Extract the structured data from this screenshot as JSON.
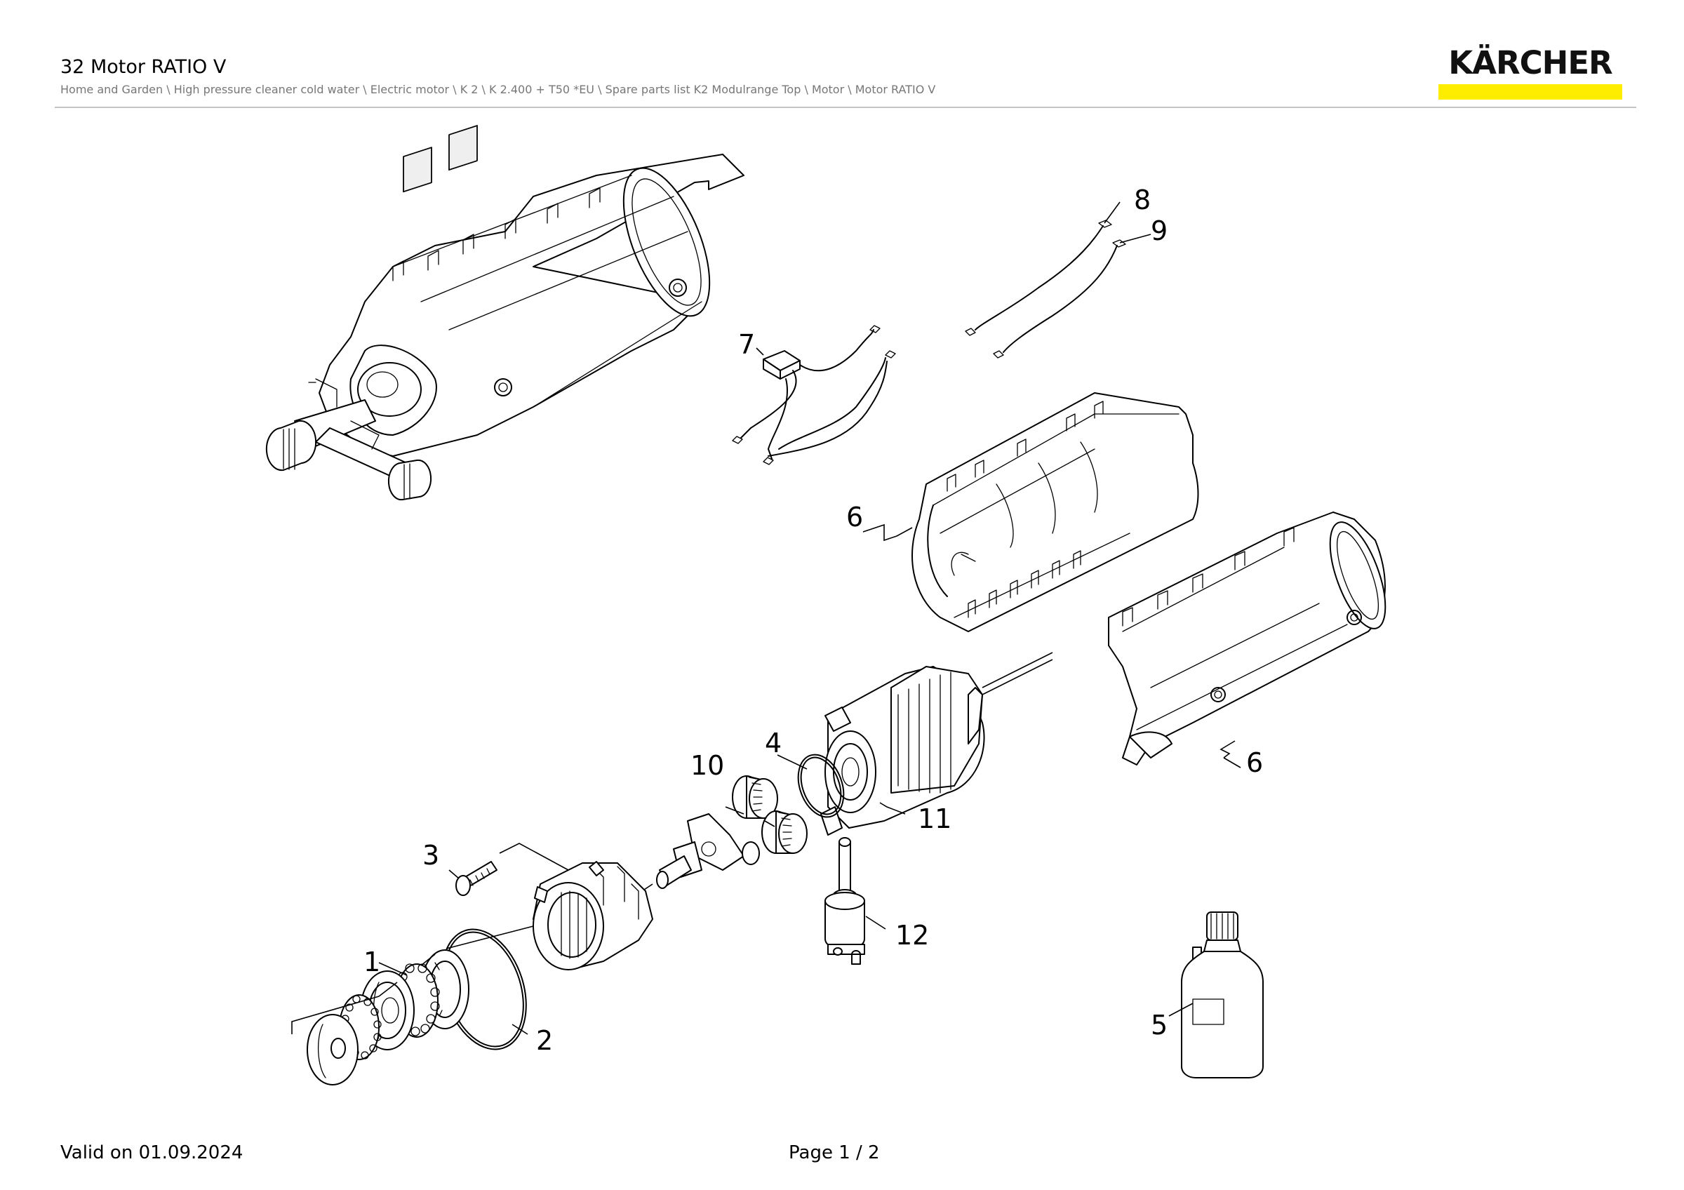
{
  "header": {
    "title": "32 Motor RATIO V",
    "breadcrumb": "Home and Garden \\ High pressure cleaner cold water \\ Electric motor \\ K 2 \\ K 2.400 + T50 *EU \\ Spare parts list K2 Modulrange Top \\ Motor \\ Motor RATIO V"
  },
  "logo": {
    "text": "KÄRCHER",
    "bar_color": "#ffed00"
  },
  "colors": {
    "rule": "#c4c4c4",
    "breadcrumb": "#777777"
  },
  "callouts": {
    "c1": "1",
    "c2": "2",
    "c3": "3",
    "c4": "4",
    "c5": "5",
    "c6a": "6",
    "c6b": "6",
    "c7": "7",
    "c8": "8",
    "c9": "9",
    "c10": "10",
    "c11": "11",
    "c12": "12"
  },
  "footer": {
    "valid": "Valid on 01.09.2024",
    "page": "Page 1 / 2"
  }
}
